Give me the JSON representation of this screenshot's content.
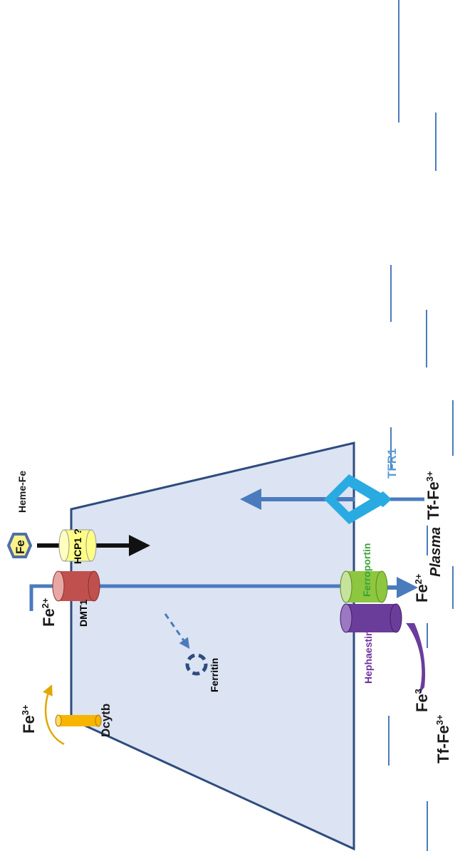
{
  "labels": {
    "heme_fe": "Heme-Fe",
    "fe_hex": "Fe",
    "hcp1": "HCP1 ?",
    "dmt1": "DMT1",
    "fe2_left_base": "Fe",
    "fe2_left_sup": "2+",
    "fe3_left_base": "Fe",
    "fe3_left_sup": "3+",
    "dcytb": "Dcytb",
    "ferritin": "Ferritin",
    "tfr1": "TFR1",
    "tf_fe3_top_base": "Tf-Fe",
    "tf_fe3_top_sup": "3+",
    "ferroportin": "Ferroportin",
    "plasma": "Plasma",
    "fe2_right_base": "Fe",
    "fe2_right_sup": "2+",
    "hephaestin": "Hephaestin",
    "fe3_bottom_base": "Fe",
    "fe3_bottom_sup": "3",
    "tf_fe3_bottom_base": "Tf-Fe",
    "tf_fe3_bottom_sup": "3+"
  },
  "colors": {
    "cell_fill": "#dce3f2",
    "cell_stroke": "#2e4c7e",
    "arrow_blue": "#4a7bbd",
    "dmt1": "#c0504d",
    "hcp1": "#ffff88",
    "ferroportin": "#8dc63f",
    "hephaestin": "#6a3d9a",
    "tfr1": "#29abe2",
    "dcytb": "#f7b500",
    "heme_hex": "#4f6fa8",
    "label_green": "#3aa33a",
    "label_purple": "#7030a0",
    "label_blue": "#5b9bd5"
  }
}
